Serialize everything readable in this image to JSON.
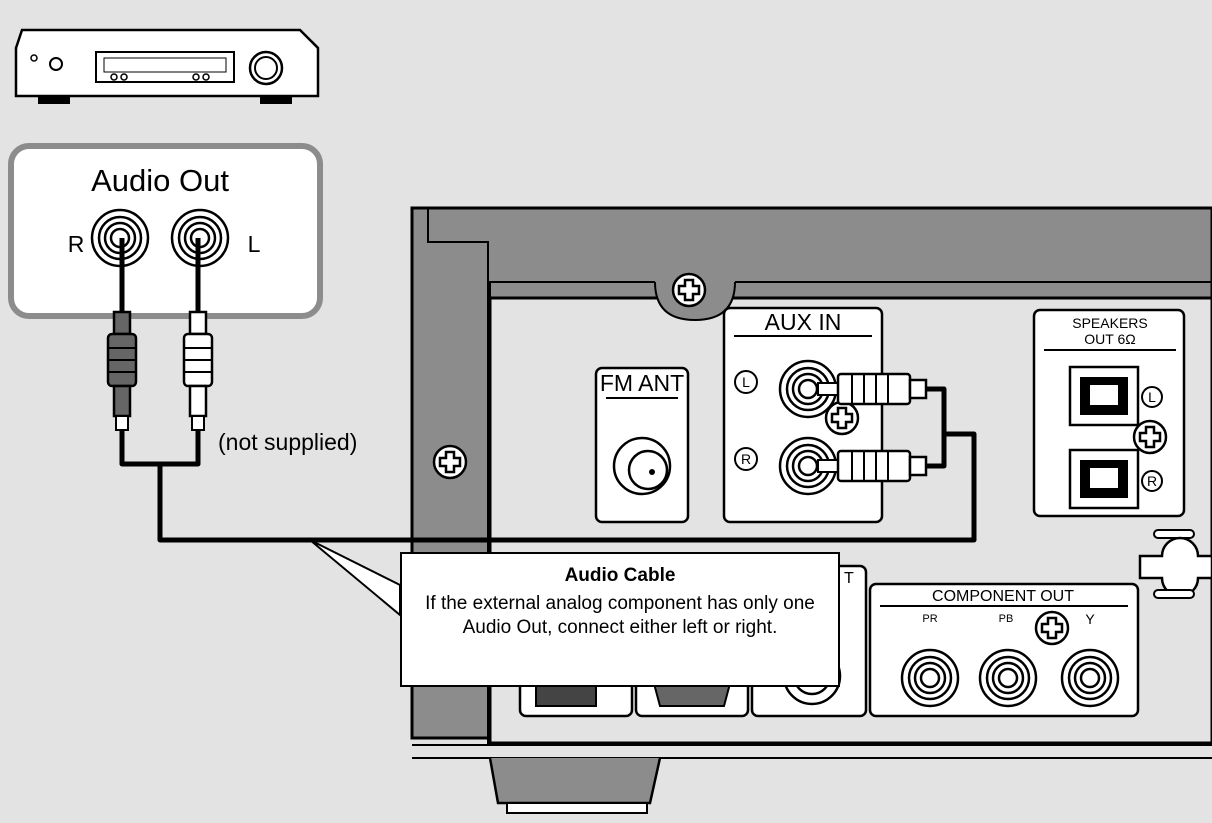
{
  "source_panel": {
    "title": "Audio Out",
    "right_label": "R",
    "left_label": "L"
  },
  "cable_note": "(not supplied)",
  "unit_panel": {
    "fm_ant": "FM ANT",
    "aux_in": "AUX IN",
    "aux_left": "L",
    "aux_right": "R",
    "speakers_line1": "SPEAKERS",
    "speakers_line2": "OUT 6Ω",
    "speaker_left": "L",
    "speaker_right": "R",
    "partial_label": "T",
    "component_out": "COMPONENT OUT",
    "pr": "PR",
    "pb": "PB",
    "y": "Y"
  },
  "callout": {
    "title": "Audio Cable",
    "body": "If the external analog component has only one Audio Out, connect either left or right."
  },
  "colors": {
    "background": "#e3e3e3",
    "panel_gray": "#8c8c8c",
    "line": "#000000",
    "white": "#ffffff"
  }
}
